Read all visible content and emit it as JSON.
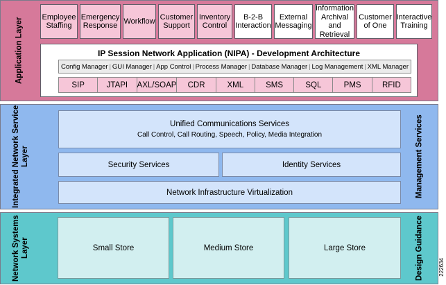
{
  "application_layer": {
    "label": "Application Layer",
    "apps": [
      {
        "label": "Employee Staffing",
        "style": "pink"
      },
      {
        "label": "Emergency Response",
        "style": "pink"
      },
      {
        "label": "Workflow",
        "style": "pink"
      },
      {
        "label": "Customer Support",
        "style": "pink"
      },
      {
        "label": "Inventory Control",
        "style": "pink"
      },
      {
        "label": "B-2-B Interaction",
        "style": "white"
      },
      {
        "label": "External Messaging",
        "style": "white"
      },
      {
        "label": "Information Archival and Retrieval",
        "style": "white"
      },
      {
        "label": "Customer of One",
        "style": "white"
      },
      {
        "label": "Interactive Training",
        "style": "white"
      }
    ],
    "nipa": {
      "title": "IP Session Network Application (NIPA) - Development Architecture",
      "managers": [
        "Config Manager",
        "GUI Manager",
        "App Control",
        "Process Manager",
        "Database Manager",
        "Log Management",
        "XML Manager"
      ],
      "separator": "|",
      "protocols": [
        "SIP",
        "JTAPI",
        "AXL/SOAP",
        "CDR",
        "XML",
        "SMS",
        "SQL",
        "PMS",
        "RFID"
      ]
    }
  },
  "service_layer": {
    "label": "Integrated Network Service Layer",
    "ucs": {
      "title": "Unified Communications Services",
      "subtitle": "Call Control, Call Routing, Speech, Policy, Media Integration"
    },
    "security": "Security Services",
    "identity": "Identity Services",
    "niv": "Network Infrastructure Virtualization"
  },
  "management_label": "Management Services",
  "systems_layer": {
    "label": "Network Systems Layer",
    "stores": [
      "Small Store",
      "Medium Store",
      "Large Store"
    ]
  },
  "design_label": "Design Guidance",
  "figure_id": "222634",
  "colors": {
    "app_layer_bg": "#d6799a",
    "app_box_pink": "#f6c6d8",
    "service_layer_bg": "#8fb8ee",
    "service_box": "#d3e4fb",
    "systems_layer_bg": "#5ec8cc",
    "store_box": "#d2eff0"
  }
}
